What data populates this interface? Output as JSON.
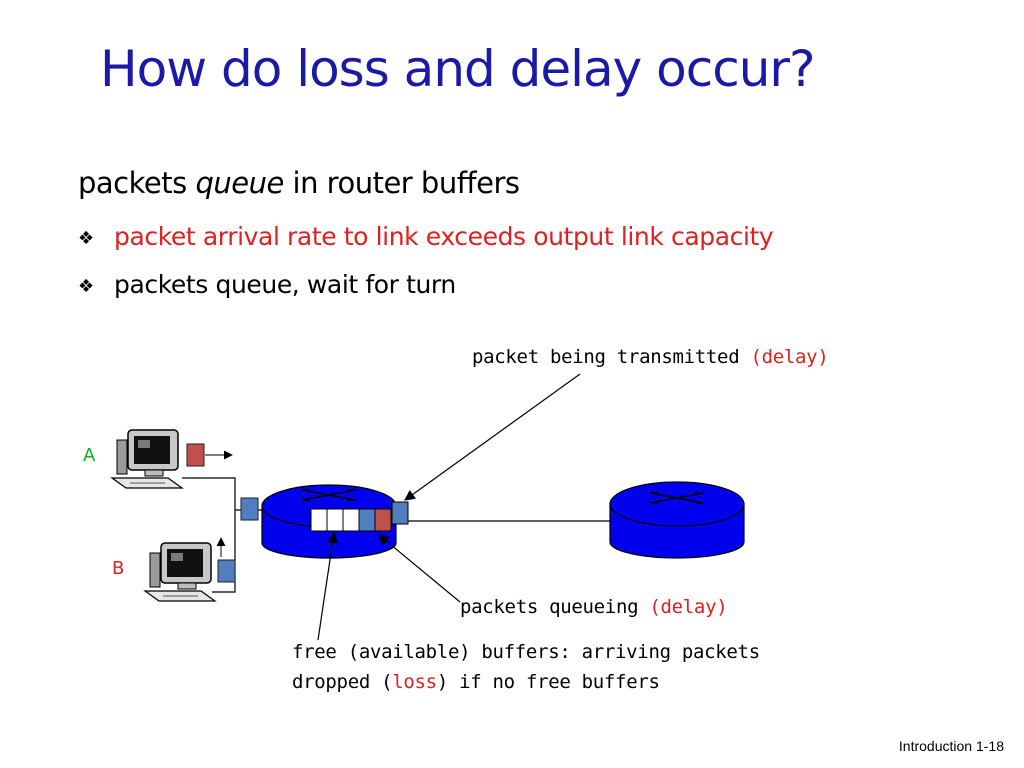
{
  "slide": {
    "title": "How do loss and delay occur?",
    "intro_prefix": "packets ",
    "intro_emphasis": "queue",
    "intro_suffix": " in router buffers",
    "bullet_symbol": "❖",
    "bullets": [
      "packet arrival rate to link exceeds output link capacity",
      "packets queue, wait for turn"
    ],
    "footer": "Introduction 1-18"
  },
  "diagram": {
    "host_a_label": "A",
    "host_b_label": "B",
    "transmitted_label": "packet being transmitted ",
    "transmitted_delay": "(delay)",
    "queueing_label": "packets queueing ",
    "queueing_delay": "(delay)",
    "free_line1": "free (available) buffers: arriving packets",
    "free_line2_prefix": "dropped (",
    "free_line2_loss": "loss",
    "free_line2_suffix": ") if no free buffers",
    "colors": {
      "router": "#0000ee",
      "packet_blue": "#4f7fbf",
      "packet_red": "#c0504d",
      "title": "#1a1aa6",
      "highlight_red": "#e02020",
      "label_green": "#12b012"
    }
  }
}
